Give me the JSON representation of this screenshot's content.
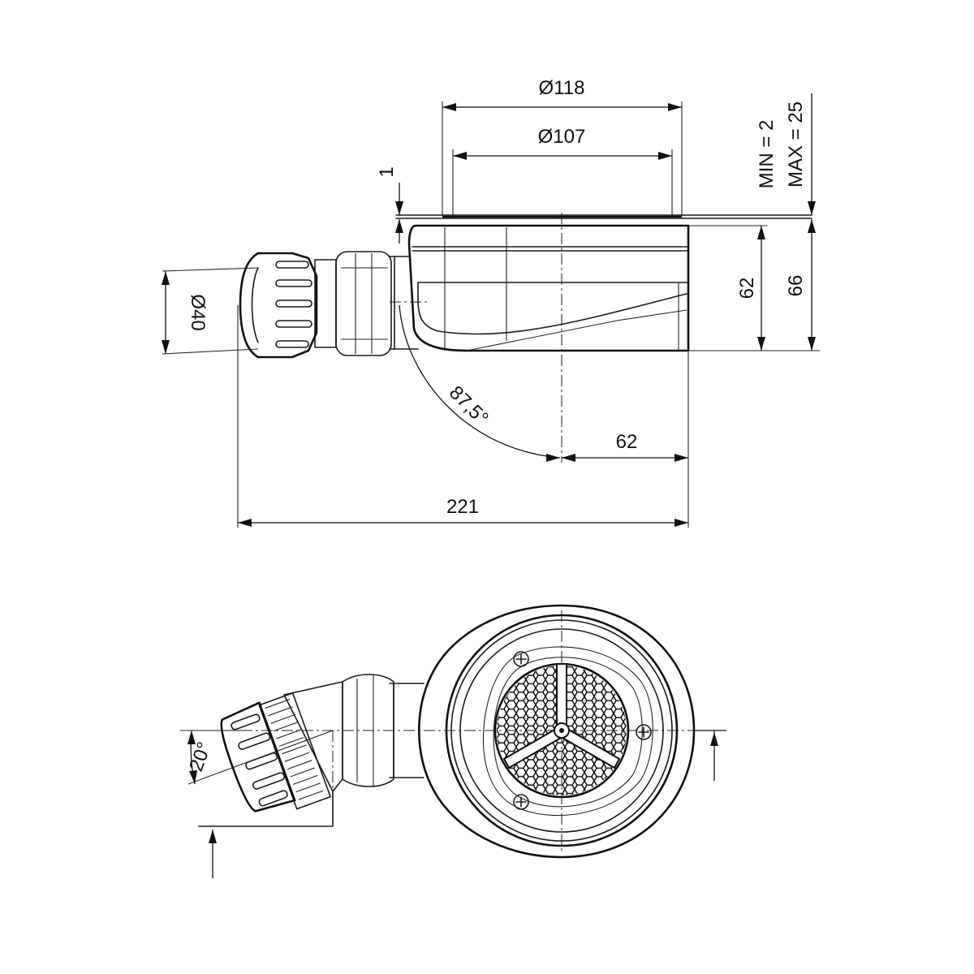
{
  "dimensions": {
    "d118": "Ø118",
    "d107": "Ø107",
    "gap": "1",
    "min": "MIN = 2",
    "max": "MAX = 25",
    "h62": "62",
    "h66": "66",
    "d40": "Ø40",
    "angle": "87,5°",
    "w62": "62",
    "w221": "221",
    "tilt": "20°"
  }
}
